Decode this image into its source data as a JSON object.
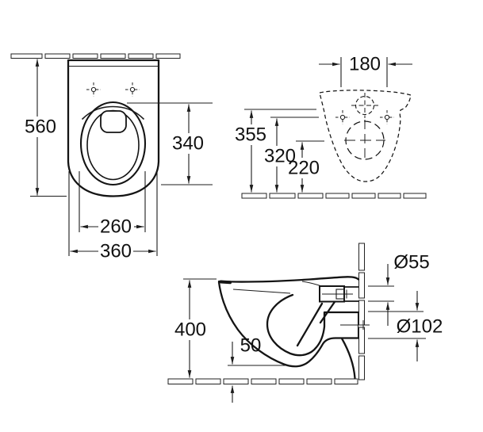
{
  "drawing_title": "wall-hung-wc-dimension-drawing",
  "colors": {
    "line": "#1c1c1c",
    "background": "#ffffff"
  },
  "views": {
    "plan": {
      "overall_depth": "560",
      "seat_length": "340",
      "seat_width": "260",
      "overall_width": "360"
    },
    "rear": {
      "fixing_hole_spacing": "180",
      "water_inlet_height": "355",
      "fixing_hole_height": "320",
      "waste_outlet_height": "220"
    },
    "side": {
      "rim_height": "400",
      "floor_clearance": "50",
      "water_inlet_diameter": "Ø55",
      "waste_outlet_diameter": "Ø102"
    }
  }
}
